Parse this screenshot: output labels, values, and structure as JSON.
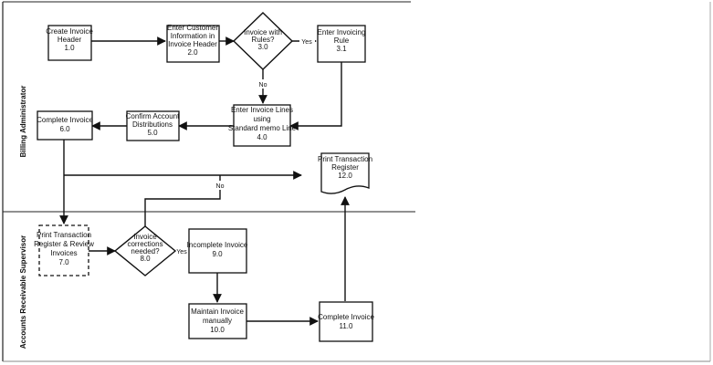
{
  "lanes": [
    {
      "id": "billing",
      "label": "Billing Administrator"
    },
    {
      "id": "ar",
      "label": "Accounts Receivable Supervisor"
    }
  ],
  "nodes": {
    "n1": {
      "lines": [
        "Create Invoice",
        "Header",
        "1.0"
      ]
    },
    "n2": {
      "lines": [
        "Enter Customer",
        "Information in",
        "Invoice Header",
        "2.0"
      ]
    },
    "n3": {
      "lines": [
        "Invoice with",
        "Rules?",
        "3.0"
      ]
    },
    "n31": {
      "lines": [
        "Enter Invoicing",
        "Rule",
        "3.1"
      ]
    },
    "n4": {
      "lines": [
        "Enter Invoice Lines",
        "using",
        "Standard memo Line",
        "4.0"
      ]
    },
    "n5": {
      "lines": [
        "Confirm Account",
        "Distributions",
        "5.0"
      ]
    },
    "n6": {
      "lines": [
        "Complete Invoice",
        "6.0"
      ]
    },
    "n12": {
      "lines": [
        "Print Transaction",
        "Register",
        "12.0"
      ]
    },
    "n7": {
      "lines": [
        "Print Transaction",
        "Register & Review",
        "Invoices",
        "7.0"
      ]
    },
    "n8": {
      "lines": [
        "Invoice",
        "corrections",
        "needed?",
        "8.0"
      ]
    },
    "n9": {
      "lines": [
        "Incomplete Invoice",
        "9.0"
      ]
    },
    "n10": {
      "lines": [
        "Maintain Invoice",
        "manually",
        "10.0"
      ]
    },
    "n11": {
      "lines": [
        "Complete Invoice",
        "11.0"
      ]
    }
  },
  "edge_labels": {
    "yes_3": "Yes",
    "no_3": "No",
    "no_8": "No",
    "yes_8": "Yes"
  }
}
